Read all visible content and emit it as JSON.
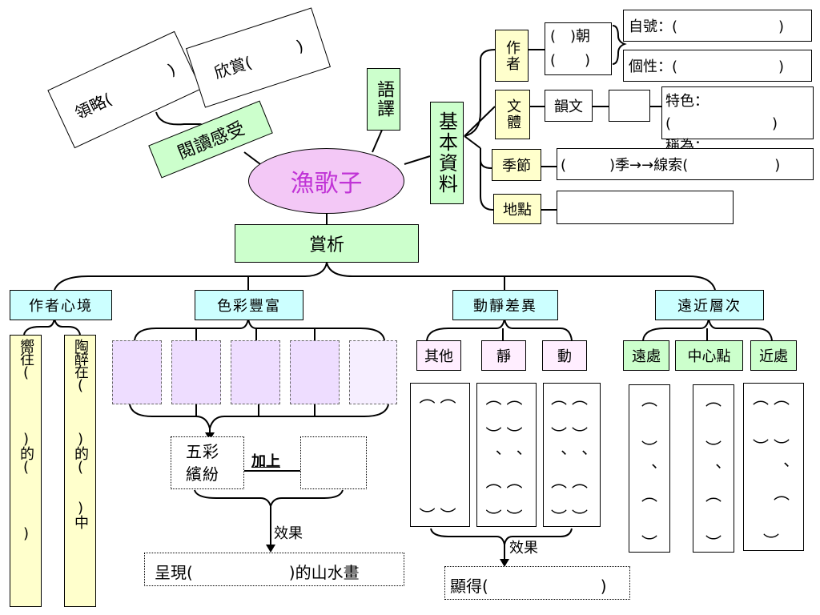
{
  "center": "漁歌子",
  "reading": "閱讀感受",
  "lingluo": "領略(　　　　)",
  "xinshang": "欣賞(　　　)",
  "yuyi": "語譯",
  "basic": "基本資料",
  "author": "作者",
  "dynasty_top": "(　)朝",
  "dynasty_bottom": "(　　)",
  "zihao": "自號：(　　　　　　　)",
  "gexing": "個性：(　　　　　　　)",
  "genre": "文體",
  "yunwen": "韻文",
  "tese": "特色：(　　　　　　　)",
  "chengwei": "稱為：(　　　　　　　)",
  "season": "季節",
  "season_text": "(　　　)季→→線索(　　　　　　)",
  "place": "地點",
  "appreciation": "賞析",
  "author_mood": "作者心境",
  "col1": "嚮往(　　　　)的(　　　　)",
  "col2": "陶醉在(　　　)的(　　)中",
  "color_rich": "色彩豐富",
  "wucai": "五彩繽紛",
  "jiashang": "加上",
  "effect": "效果",
  "chengxian": "呈現(　　　　　　)的山水畫",
  "dongjing": "動靜差異",
  "qita": "其他",
  "jing": "靜",
  "dong": "動",
  "xiande": "顯得(　　　　　　　)",
  "yuanjin": "遠近層次",
  "yuanchu": "遠處",
  "zhongxin": "中心點",
  "jinchu": "近處"
}
